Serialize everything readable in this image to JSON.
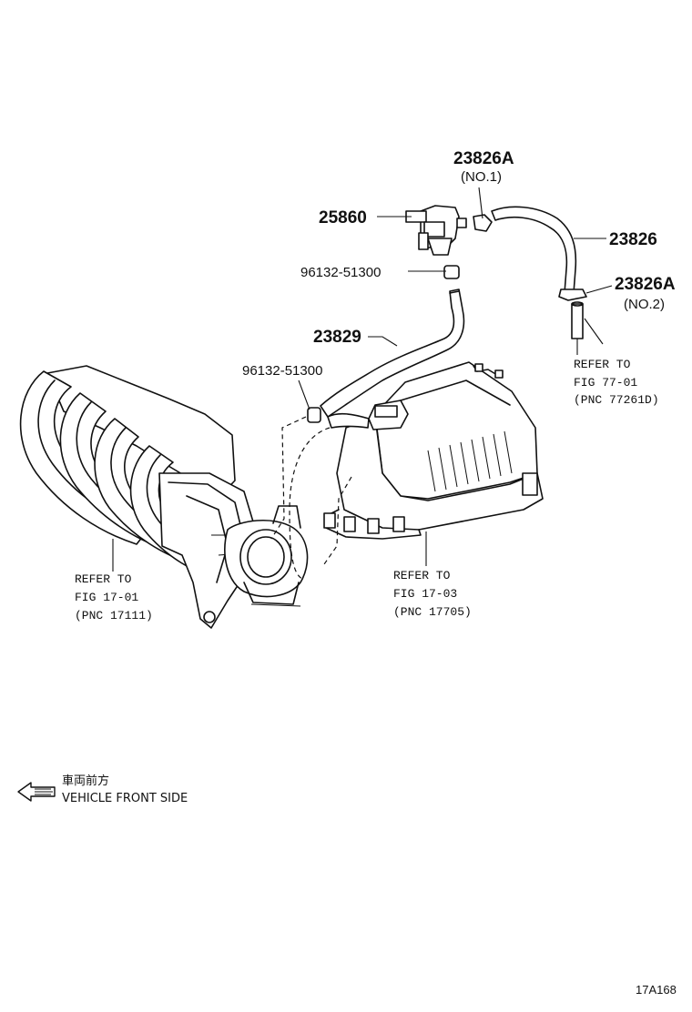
{
  "parts": {
    "vsv": {
      "number": "25860"
    },
    "hose_top": {
      "number": "23826"
    },
    "clip_no1": {
      "number": "23826A",
      "note": "(NO.1)"
    },
    "clip_no2": {
      "number": "23826A",
      "note": "(NO.2)"
    },
    "plug_upper": {
      "number": "96132-51300"
    },
    "plug_lower": {
      "number": "96132-51300"
    },
    "hose_main": {
      "number": "23829"
    }
  },
  "references": [
    {
      "line1": "REFER TO",
      "line2": "FIG 77-01",
      "line3": "(PNC 77261D)"
    },
    {
      "line1": "REFER TO",
      "line2": "FIG 17-01",
      "line3": "(PNC 17111)"
    },
    {
      "line1": "REFER TO",
      "line2": "FIG 17-03",
      "line3": "(PNC 17705)"
    }
  ],
  "orientation": {
    "japanese": "車両前方",
    "english": "VEHICLE FRONT SIDE"
  },
  "figure_code": "17A168"
}
